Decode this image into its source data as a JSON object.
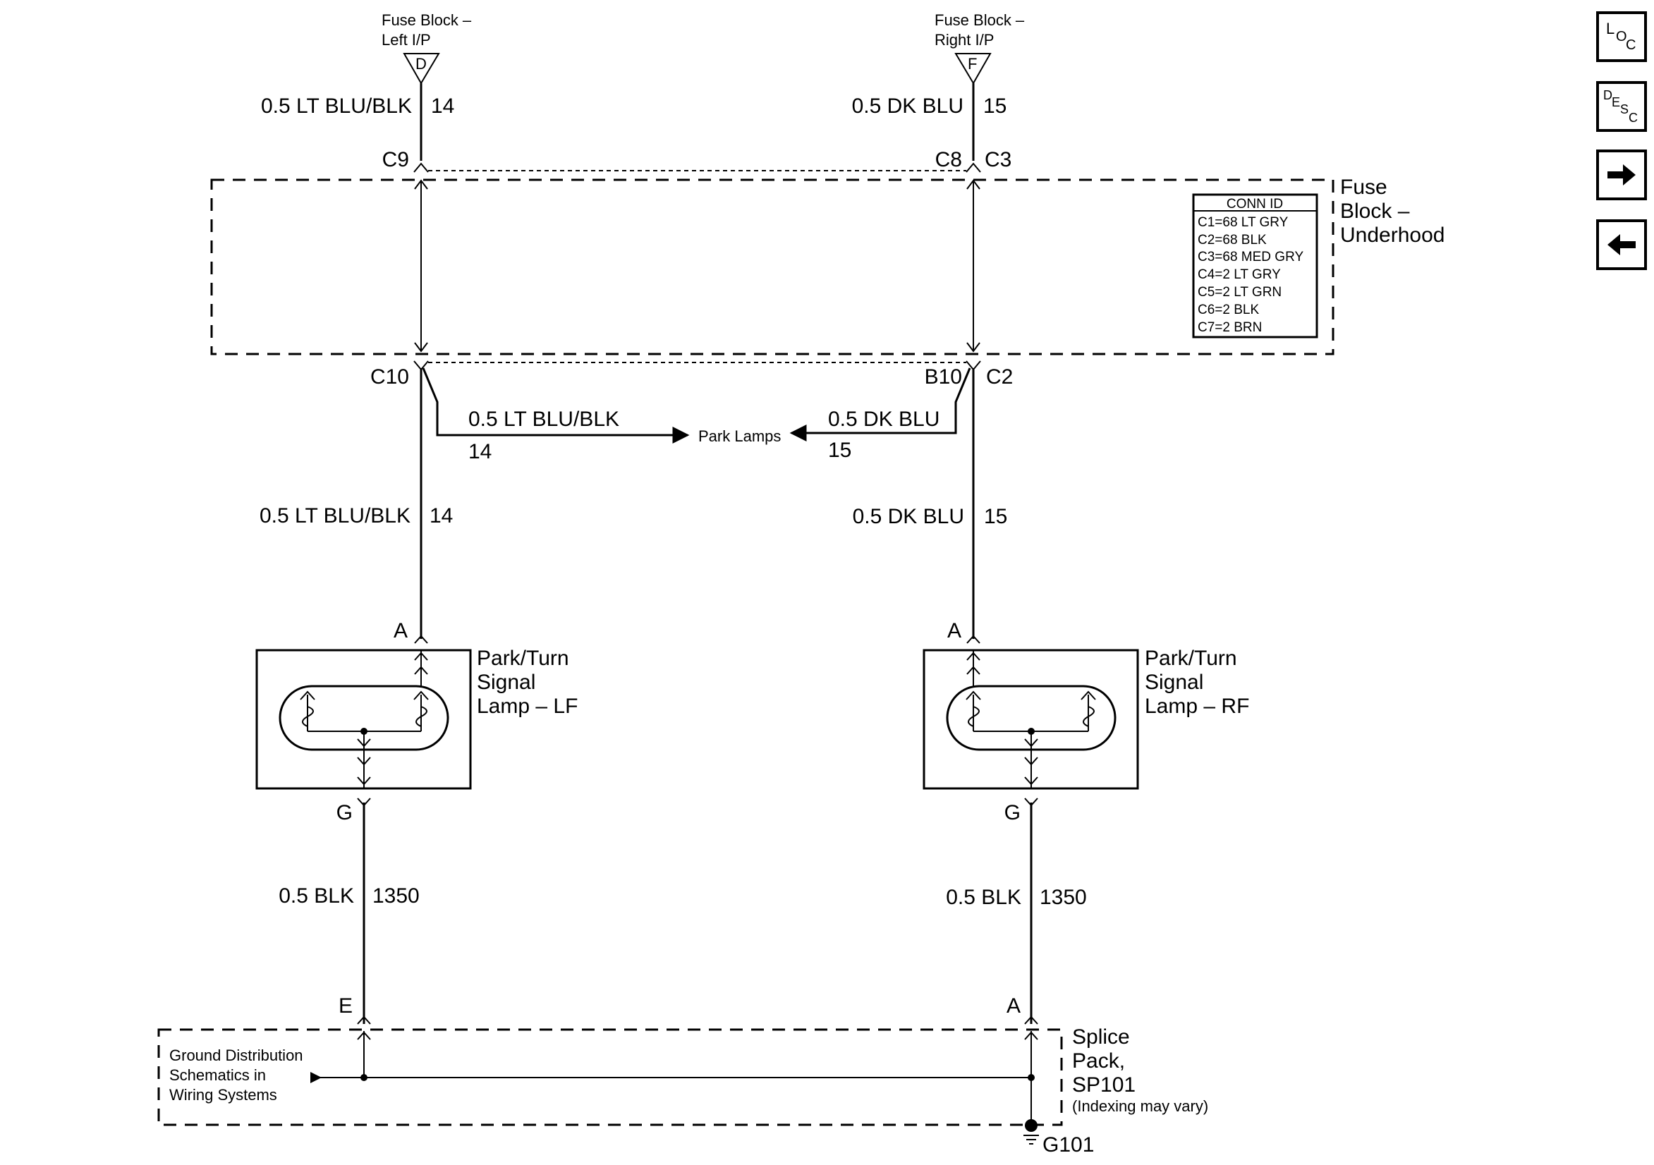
{
  "sources": {
    "left": {
      "line1": "Fuse Block –",
      "line2": "Left I/P",
      "pin": "D"
    },
    "right": {
      "line1": "Fuse Block –",
      "line2": "Right I/P",
      "pin": "F"
    }
  },
  "wires": {
    "top_left": {
      "color": "0.5 LT BLU/BLK",
      "circuit": "14"
    },
    "top_right": {
      "color": "0.5 DK BLU",
      "circuit": "15"
    },
    "branch_left": {
      "color": "0.5 LT BLU/BLK",
      "circuit": "14"
    },
    "branch_right": {
      "color": "0.5 DK BLU",
      "circuit": "15"
    },
    "mid_left": {
      "color": "0.5 LT BLU/BLK",
      "circuit": "14"
    },
    "mid_right": {
      "color": "0.5 DK BLU",
      "circuit": "15"
    },
    "gnd_left": {
      "color": "0.5 BLK",
      "circuit": "1350"
    },
    "gnd_right": {
      "color": "0.5 BLK",
      "circuit": "1350"
    }
  },
  "connectors": {
    "c9": "C9",
    "c8": "C8",
    "c3": "C3",
    "c10": "C10",
    "b10": "B10",
    "c2": "C2",
    "lamp_left_a": "A",
    "lamp_right_a": "A",
    "lamp_left_g": "G",
    "lamp_right_g": "G",
    "splice_e": "E",
    "splice_a": "A"
  },
  "fuse_block": {
    "label_lines": [
      "Fuse",
      "Block –",
      "Underhood"
    ],
    "conn_id_title": "CONN ID",
    "conn_ids": [
      "C1=68 LT GRY",
      "C2=68 BLK",
      "C3=68 MED GRY",
      "C4=2 LT GRY",
      "C5=2 LT GRN",
      "C6=2 BLK",
      "C7=2 BRN"
    ]
  },
  "park_lamps": "Park Lamps",
  "lamps": {
    "left": [
      "Park/Turn",
      "Signal",
      "Lamp – LF"
    ],
    "right": [
      "Park/Turn",
      "Signal",
      "Lamp – RF"
    ]
  },
  "splice": {
    "label_lines": [
      "Splice",
      "Pack,",
      "SP101"
    ],
    "note": "(Indexing may vary)",
    "ground_ref_lines": [
      "Ground Distribution",
      "Schematics in",
      "Wiring Systems"
    ],
    "ground": "G101"
  },
  "nav_buttons": [
    {
      "name": "loc-button",
      "icon": "loc-icon",
      "letters": [
        "L",
        "O",
        "C"
      ]
    },
    {
      "name": "desc-button",
      "icon": "desc-icon",
      "letters": [
        "D",
        "E",
        "S",
        "C"
      ]
    },
    {
      "name": "next-button",
      "icon": "arrow-right-icon"
    },
    {
      "name": "previous-button",
      "icon": "arrow-left-icon"
    }
  ]
}
